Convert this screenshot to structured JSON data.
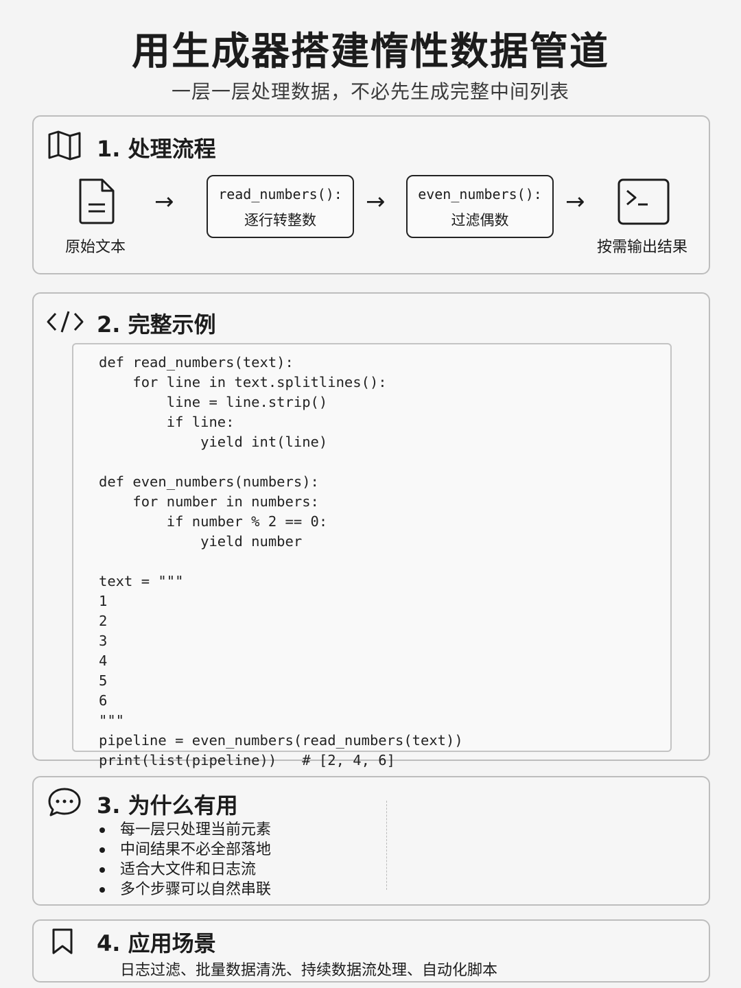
{
  "title": "用生成器搭建惰性数据管道",
  "subtitle": "一层一层处理数据，不必先生成完整中间列表",
  "section1": {
    "title": "1. 处理流程",
    "icon": "map-icon",
    "source_label": "原始文本",
    "step1_fn": "read_numbers():",
    "step1_desc": "逐行转整数",
    "step2_fn": "even_numbers():",
    "step2_desc": "过滤偶数",
    "output_label": "按需输出结果",
    "arrow": "→"
  },
  "section2": {
    "title": "2. 完整示例",
    "icon": "code-icon",
    "code": "def read_numbers(text):\n    for line in text.splitlines():\n        line = line.strip()\n        if line:\n            yield int(line)\n\ndef even_numbers(numbers):\n    for number in numbers:\n        if number % 2 == 0:\n            yield number\n\ntext = \"\"\"\n1\n2\n3\n4\n5\n6\n\"\"\"\npipeline = even_numbers(read_numbers(text))\nprint(list(pipeline))   # [2, 4, 6]"
  },
  "section3": {
    "title": "3. 为什么有用",
    "icon": "chat-bubble-icon",
    "points": [
      "每一层只处理当前元素",
      "中间结果不必全部落地",
      "适合大文件和日志流",
      "多个步骤可以自然串联"
    ]
  },
  "section4": {
    "title": "4. 应用场景",
    "icon": "bookmark-icon",
    "uses": "日志过滤、批量数据清洗、持续数据流处理、自动化脚本"
  }
}
